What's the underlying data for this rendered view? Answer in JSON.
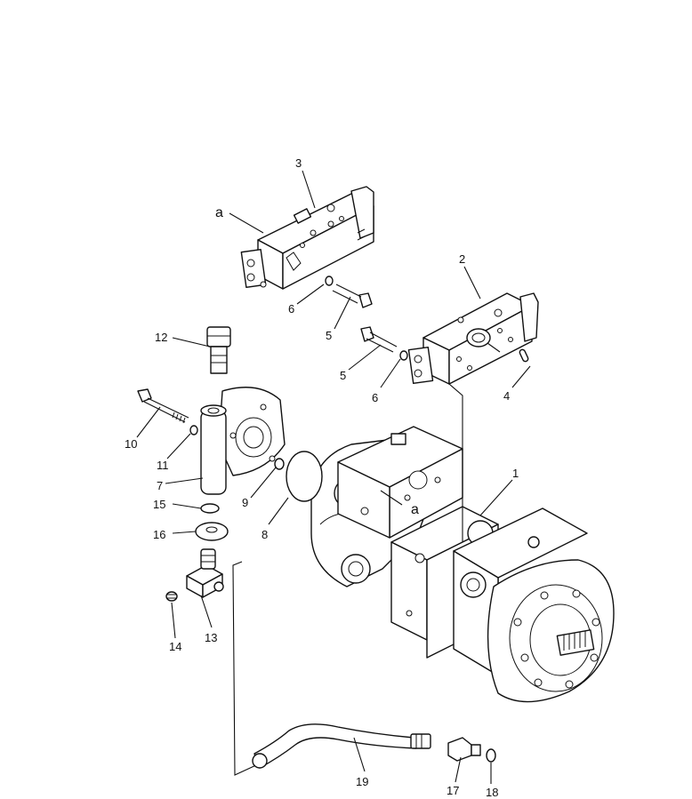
{
  "figure": {
    "callouts": {
      "c1": "1",
      "c2": "2",
      "c3": "3",
      "c4": "4",
      "c5a": "5",
      "c5b": "5",
      "c6a": "6",
      "c6b": "6",
      "c7": "7",
      "c8": "8",
      "c9": "9",
      "c10": "10",
      "c11": "11",
      "c12": "12",
      "c13": "13",
      "c14": "14",
      "c15": "15",
      "c16": "16",
      "c17": "17",
      "c18": "18",
      "c19": "19",
      "ref_a_top": "a",
      "ref_a_pump": "a"
    },
    "icons": {
      "main_pump": "hydraulic-pump-icon",
      "servo_valve_2": "servo-valve-icon",
      "servo_valve_3": "servo-valve-icon",
      "hose": "hose-icon"
    }
  }
}
